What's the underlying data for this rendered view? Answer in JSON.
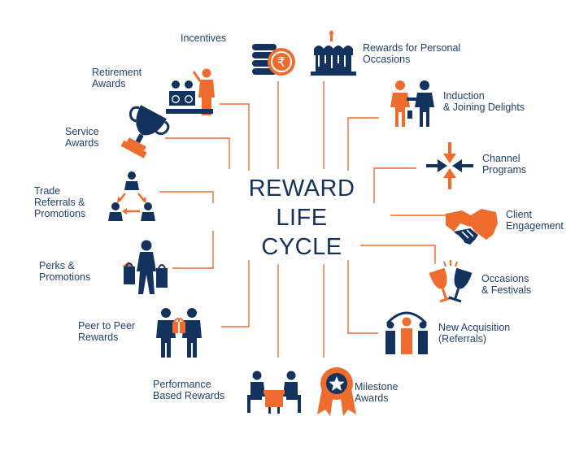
{
  "center": {
    "line1": "REWARD",
    "line2": "LIFE",
    "line3": "CYCLE"
  },
  "colors": {
    "navy": "#13325e",
    "orange": "#ef6c2f",
    "label": "#1f3f6e",
    "connector": "#ef6c2f"
  },
  "nodes": [
    {
      "id": "incentives",
      "label": "Incentives",
      "icon": "rupee-coins-icon"
    },
    {
      "id": "rewards-personal",
      "label": "Rewards for Personal\nOccasions",
      "icon": "birthday-cake-icon"
    },
    {
      "id": "induction",
      "label": "Induction\n& Joining Delights",
      "icon": "handshake-people-icon"
    },
    {
      "id": "channel",
      "label": "Channel\nPrograms",
      "icon": "converging-arrows-icon"
    },
    {
      "id": "client",
      "label": "Client\nEngagement",
      "icon": "handshake-icon"
    },
    {
      "id": "occasions",
      "label": "Occasions\n& Festivals",
      "icon": "toast-glasses-icon"
    },
    {
      "id": "new-acq",
      "label": "New Acquisition\n(Referrals)",
      "icon": "group-referral-icon"
    },
    {
      "id": "milestone",
      "label": "Milestone\nAwards",
      "icon": "medal-ribbon-icon"
    },
    {
      "id": "performance",
      "label": "Performance\nBased Rewards",
      "icon": "meeting-table-icon"
    },
    {
      "id": "peer",
      "label": "Peer to Peer\nRewards",
      "icon": "gift-exchange-icon"
    },
    {
      "id": "perks",
      "label": "Perks &\nPromotions",
      "icon": "shopper-bags-icon"
    },
    {
      "id": "trade",
      "label": "Trade\nReferrals &\nPromotions",
      "icon": "referral-network-icon"
    },
    {
      "id": "service",
      "label": "Service\nAwards",
      "icon": "trophy-icon"
    },
    {
      "id": "retirement",
      "label": "Retirement\nAwards",
      "icon": "audience-presenter-icon"
    }
  ]
}
